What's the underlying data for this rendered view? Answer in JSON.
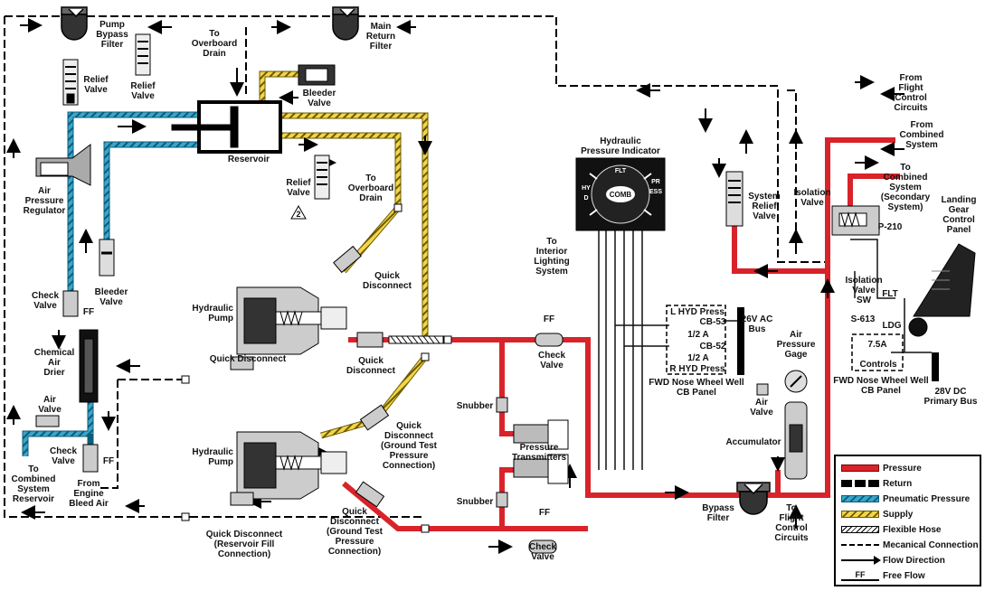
{
  "labels": {
    "pump_bypass_filter": "Pump\nBypass\nFilter",
    "to_overboard_drain_top": "To\nOverboard\nDrain",
    "main_return_filter": "Main\nReturn\nFilter",
    "relief_valve_1": "Relief\nValve",
    "relief_valve_2": "Relief\nValve",
    "bleeder_valve_top": "Bleeder\nValve",
    "reservoir": "Reservoir",
    "relief_valve_3": "Relief\nValve",
    "relief_valve_3_note": "2",
    "to_overboard_drain_mid": "To\nOverboard\nDrain",
    "air_pressure_regulator": "Air\nPressure\nRegulator",
    "bleeder_valve_left": "Bleeder\nValve",
    "check_valve_left": "Check\nValve",
    "ff_1": "FF",
    "quick_disconnect_1": "Quick\nDisconnect",
    "hydraulic_pump_1": "Hydraulic\nPump",
    "quick_disconnect_2": "Quick Disconnect",
    "quick_disconnect_3": "Quick\nDisconnect",
    "chemical_air_drier": "Chemical\nAir\nDrier",
    "air_valve_left": "Air\nValve",
    "check_valve_bottom_left": "Check\nValve",
    "ff_2": "FF",
    "to_combined_system_reservoir": "To\nCombined\nSystem\nReservoir",
    "from_engine_bleed_air": "From\nEngine\nBleed Air",
    "quick_disconnect_ground_test_1": "Quick\nDisconnect\n(Ground Test\nPressure\nConnection)",
    "hydraulic_pump_2": "Hydraulic\nPump",
    "quick_disconnect_ground_test_2": "Quick\nDisconnect\n(Ground Test\nPressure\nConnection)",
    "quick_disconnect_reservoir_fill": "Quick Disconnect\n(Reservoir Fill\nConnection)",
    "hydraulic_pressure_indicator": "Hydraulic\nPressure Indicator",
    "indicator_face_left": "HYD",
    "indicator_face_top": "FLT",
    "indicator_face_right": "PRESS",
    "indicator_face_center": "COMB",
    "to_interior_lighting_system": "To\nInterior\nLighting\nSystem",
    "ff_3": "FF",
    "check_valve_upper": "Check\nValve",
    "snubber_1": "Snubber",
    "pressure_transmitters": "Pressure\nTransmitters",
    "snubber_2": "Snubber",
    "ff_4": "FF",
    "check_valve_lower": "Check\nValve",
    "l_hyd_press": "L HYD Press",
    "cb_53": "CB-53",
    "half_a_1": "1/2 A",
    "cb_52": "CB-52",
    "half_a_2": "1/2 A",
    "r_hyd_press": "R HYD Press",
    "bus_26v_ac": "26V AC\nBus",
    "fwd_nose_wheel_well_cb_panel_1": "FWD Nose Wheel Well\nCB Panel",
    "air_pressure_gage": "Air\nPressure\nGage",
    "air_valve_right": "Air\nValve",
    "accumulator": "Accumulator",
    "bypass_filter": "Bypass\nFilter",
    "to_flight_control_circuits": "To\nFlight\nControl\nCircuits",
    "from_flight_control_circuits": "From\nFlight\nControl\nCircuits",
    "from_combined_system": "From\nCombined\nSystem",
    "to_combined_system_secondary": "To\nCombined\nSystem\n(Secondary\nSystem)",
    "system_relief_valve": "System\nRelief\nValve",
    "isolation_valve": "Isolation\nValve",
    "p_210": "P-210",
    "landing_gear_control_panel": "Landing\nGear\nControl\nPanel",
    "isolation_valve_sw": "Isolation\nValve\nSW",
    "flt": "FLT",
    "s_613": "S-613",
    "ldg": "LDG",
    "amp_7_5a": "7.5A",
    "controls": "Controls",
    "fwd_nose_wheel_well_cb_panel_2": "FWD Nose Wheel Well\nCB Panel",
    "bus_28v_dc": "28V DC\nPrimary Bus"
  },
  "legend": {
    "items": [
      {
        "key": "pressure",
        "label": "Pressure"
      },
      {
        "key": "return",
        "label": "Return"
      },
      {
        "key": "pneumatic",
        "label": "Pneumatic Pressure"
      },
      {
        "key": "supply",
        "label": "Supply"
      },
      {
        "key": "flexible",
        "label": "Flexible Hose"
      },
      {
        "key": "mechanical",
        "label": "Mecanical Connection"
      },
      {
        "key": "flow",
        "label": "Flow Direction"
      },
      {
        "key": "freeflow",
        "label": "Free Flow"
      }
    ],
    "freeflow_symbol": "FF"
  },
  "colors": {
    "pressure": "#d8232a",
    "pneumatic": "#3aa6c9",
    "supply": "#f2d54a",
    "return": "#000000"
  }
}
